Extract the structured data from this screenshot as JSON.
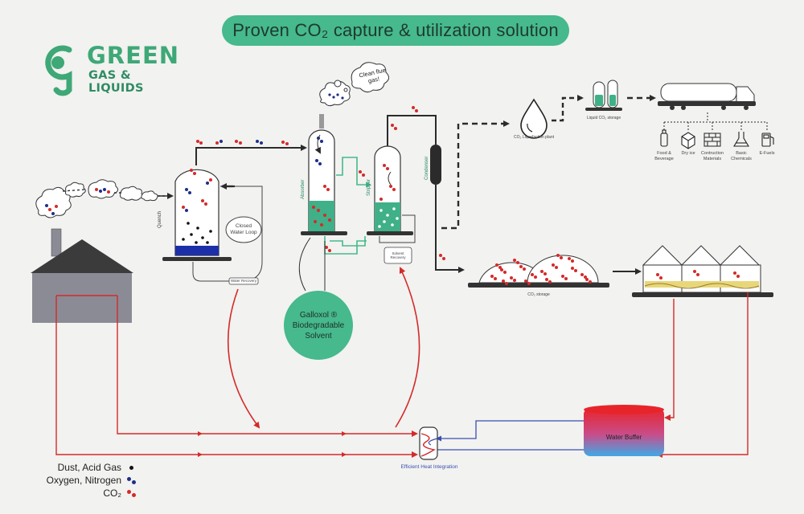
{
  "title": "Proven CO₂ capture & utilization solution",
  "logo": {
    "line1": "GREEN",
    "line2": "GAS & LIQUIDS",
    "color": "#3ea877"
  },
  "colors": {
    "teal": "#46b98d",
    "hot_line": "#d42a2a",
    "cold_line": "#3a4fb0",
    "dark": "#2b2b2b",
    "building": "#8b8b95",
    "roof": "#3b3b3b",
    "liquid_blue": "#1d2fa8"
  },
  "legend": [
    {
      "label": "Dust, Acid Gas",
      "icon": "dust-dot"
    },
    {
      "label": "Oxygen, Nitrogen",
      "icon": "oxygen-nitrogen-dots"
    },
    {
      "label": "CO₂",
      "icon": "co2-dots"
    }
  ],
  "labels": {
    "quench": "Quench",
    "closed_water_loop": [
      "Closed",
      "Water Loop"
    ],
    "water_recovery": "Water Recovery",
    "absorber": "Absorber",
    "stripper": "Stripper",
    "condenser": "Condenser",
    "solvent_recovery": "Solvent Recovery",
    "clean_flue_gas": [
      "Clean flue",
      "gas!"
    ],
    "solvent": [
      "Galloxol ®",
      "Biodegradable",
      "Solvent"
    ],
    "liquefaction_plant": "CO₂ Liquefaction plant",
    "liquid_storage": "Liquid CO₂ storage",
    "co2_storage": "CO₂ storage",
    "water_buffer": "Water Buffer",
    "heat_integration": "Efficient Heat Integration"
  },
  "products": [
    {
      "label": "Food & Beverage",
      "icon": "bottle-icon"
    },
    {
      "label": "Dry ice",
      "icon": "ice-cube-icon"
    },
    {
      "label": "Contruction Materials",
      "icon": "brick-wall-icon"
    },
    {
      "label": "Basic Chemicals",
      "icon": "flask-icon"
    },
    {
      "label": "E-Fuels",
      "icon": "fuel-pump-icon"
    }
  ]
}
